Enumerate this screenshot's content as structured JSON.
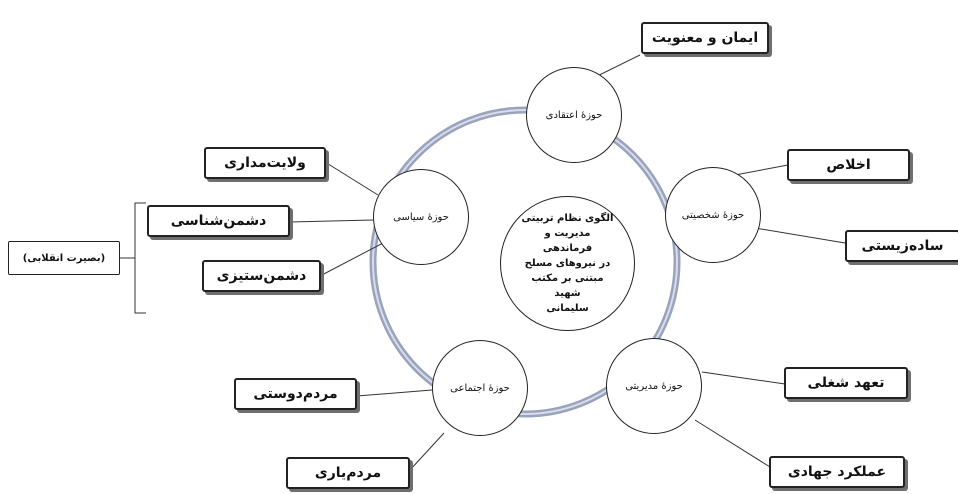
{
  "center": {
    "text": "الگوی نظام تربیتی\nمدیریت و فرماندهی\nدر نیروهای مسلح\nمبتنی بر مکتب شهید\nسلیمانی"
  },
  "domains": {
    "ideological": "حوزۀ اعتقادی",
    "personal": "حوزۀ شخصیتی",
    "managerial": "حوزۀ مدیریتی",
    "social": "حوزۀ اجتماعی",
    "political": "حوزۀ سیاسی"
  },
  "items": {
    "faith": "ایمان و معنویت",
    "sincerity": "اخلاص",
    "simple_living": "ساده‌زیستی",
    "job_commitment": "تعهد شغلی",
    "jihadi_performance": "عملکرد جهادی",
    "people_friendliness": "مردم‌دوستی",
    "people_help": "مردم‌یاری",
    "velayat": "ولایت‌مداری",
    "enemy_knowing": "دشمن‌شناسی",
    "enemy_fighting": "دشمن‌ستیزی",
    "revolutionary_insight": "(بصیرت انقلابی)"
  },
  "colors": {
    "ring": "#9aa3bd",
    "ring_inner": "#c9cfdf",
    "border": "#222222",
    "shadow": "#6f6f6f"
  }
}
